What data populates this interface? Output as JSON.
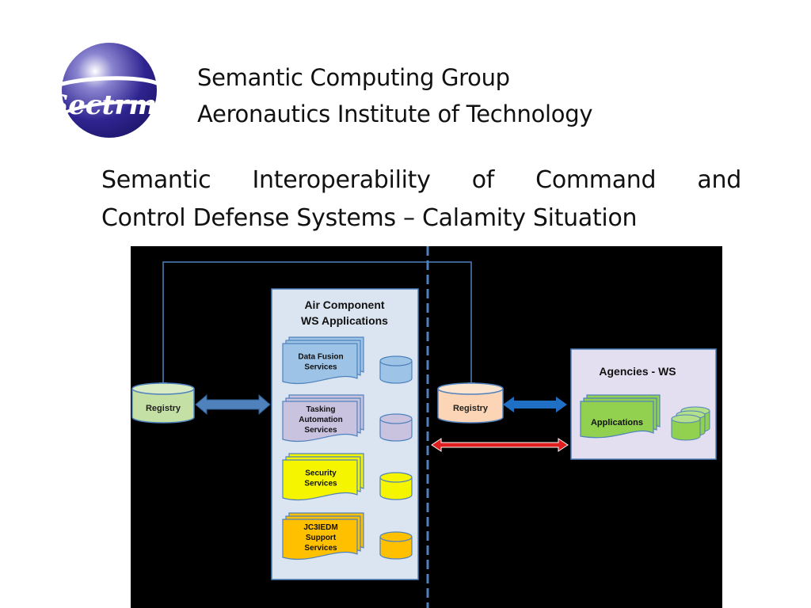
{
  "header": {
    "group": "Semantic Computing Group",
    "institute": "Aeronautics Institute of Technology",
    "logo_text": "Sectrm"
  },
  "title": {
    "line1_words": [
      "Semantic",
      "Interoperability",
      "of",
      "Command",
      "and"
    ],
    "line2": "Control Defense Systems – Calamity Situation"
  },
  "diagram": {
    "registry_left": "Registry",
    "registry_right": "Registry",
    "air_component": {
      "title_line1": "Air Component",
      "title_line2": "WS Applications"
    },
    "services": [
      {
        "lines": [
          "Data Fusion",
          "Services"
        ],
        "color": "#9dc3e6",
        "db_color": "#9dc3e6"
      },
      {
        "lines": [
          "Tasking",
          "Automation",
          "Services"
        ],
        "color": "#c9c3e0",
        "db_color": "#c9c3e0"
      },
      {
        "lines": [
          "Security",
          "Services"
        ],
        "color": "#f5f500",
        "db_color": "#f5f500"
      },
      {
        "lines": [
          "JC3IEDM",
          "Support",
          "Services"
        ],
        "color": "#ffc000",
        "db_color": "#ffc000"
      }
    ],
    "agencies": {
      "title": "Agencies - WS",
      "applications": "Applications"
    },
    "colors": {
      "registry_left": "#c5e0a5",
      "registry_right": "#fbd5b5",
      "panel_bg": "#dbe5f1",
      "agencies_bg": "#e4dff0",
      "applications": "#92d050",
      "blue_arrow": "#4f81bd",
      "red_arrow": "#e02020",
      "dashed_line": "#4f81bd"
    }
  }
}
